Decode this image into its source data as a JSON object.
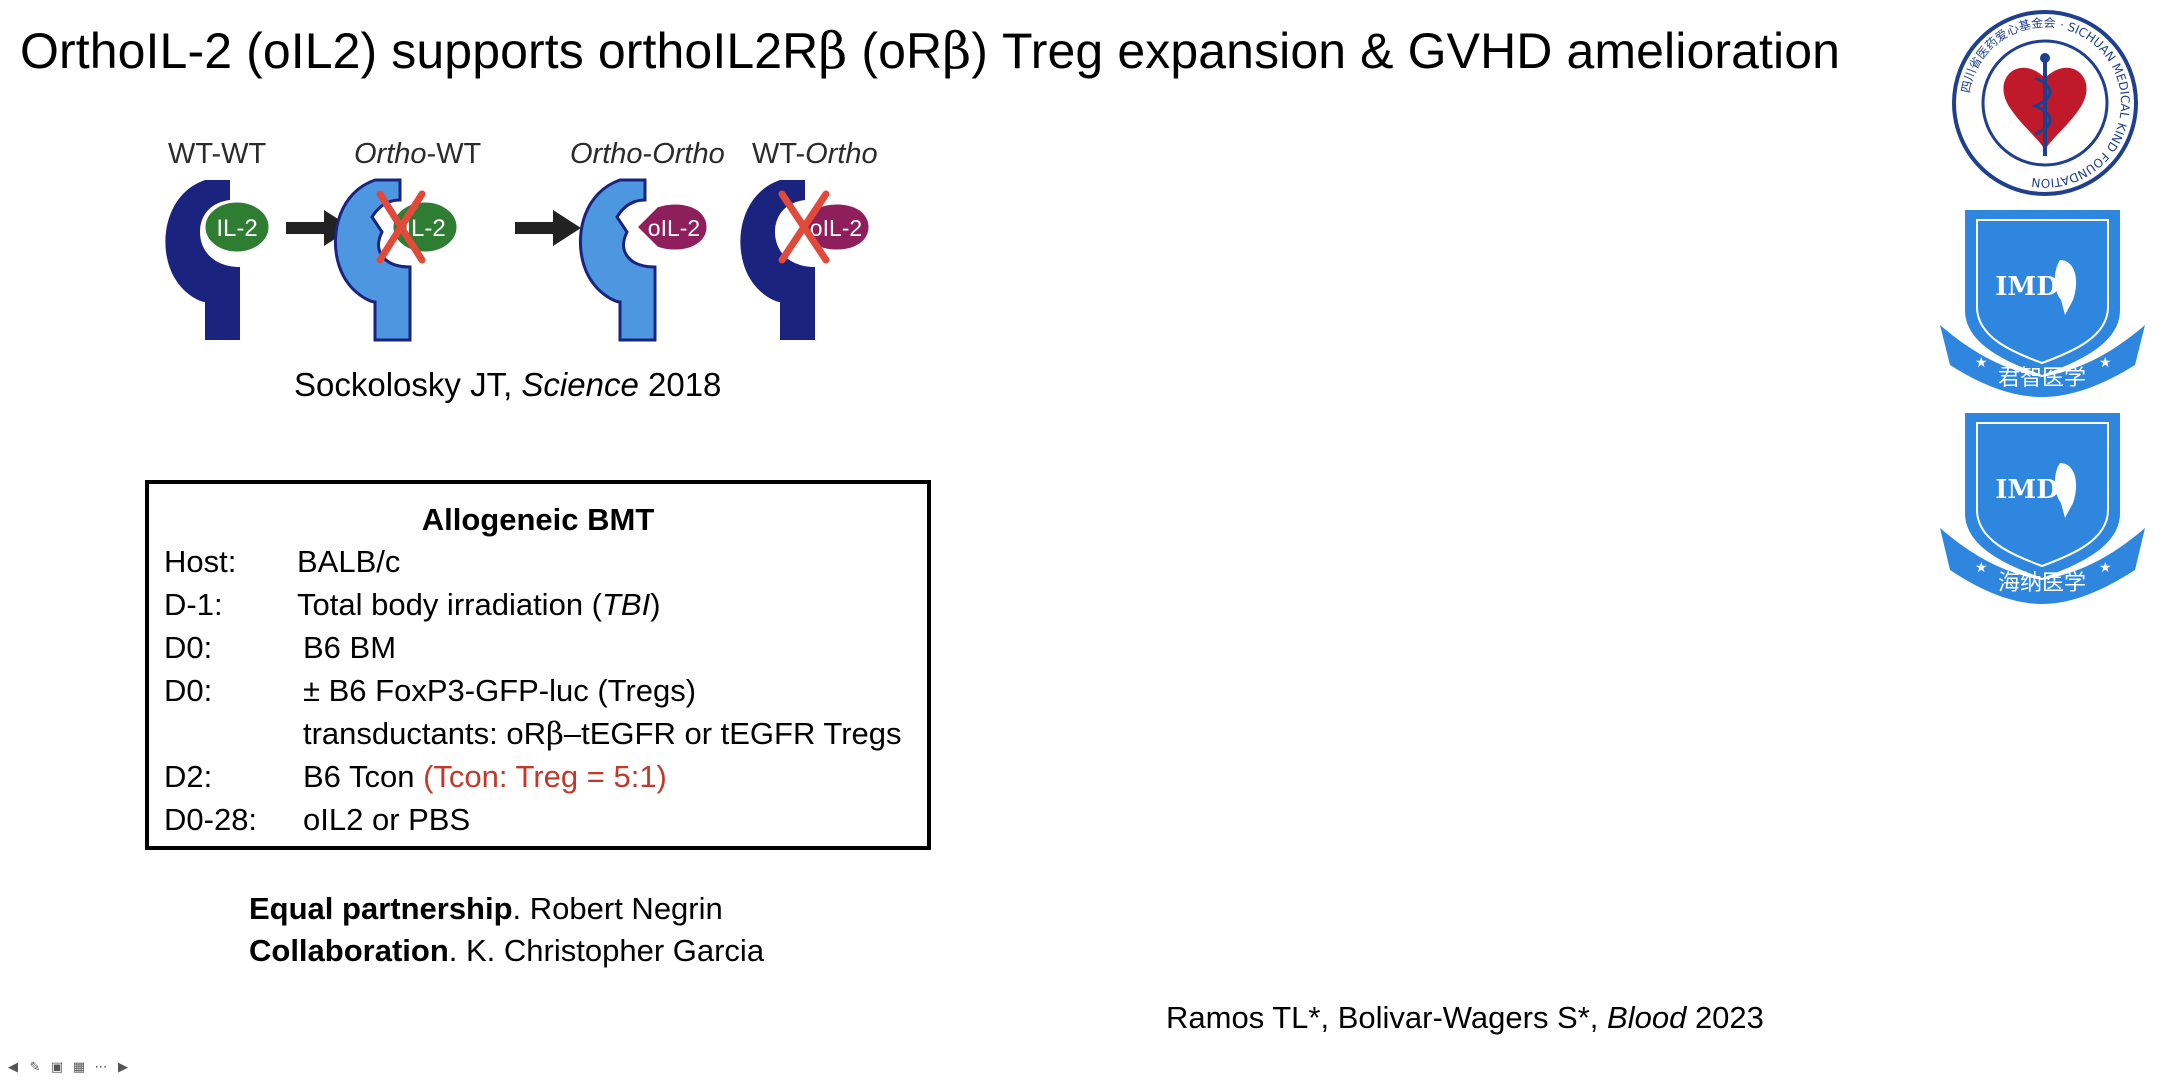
{
  "title": {
    "part1": "OrthoIL-2 (oIL2) supports orthoIL2R",
    "beta1": "β",
    "part2": " (oR",
    "beta2": "β",
    "part3": ") Treg expansion & GVHD amelioration"
  },
  "diagram": {
    "labels": {
      "wt_wt": "WT-WT",
      "ortho_wt_a": "Ortho",
      "ortho_wt_b": "-WT",
      "ortho_ortho_a": "Ortho",
      "ortho_ortho_b": "-",
      "ortho_ortho_c": "Ortho",
      "wt_ortho_a": "WT-",
      "wt_ortho_b": "Ortho"
    },
    "ligands": {
      "il2_a": "IL-2",
      "il2_b": "IL-2",
      "oil2_a": "oIL-2",
      "oil2_b": "oIL-2"
    },
    "colors": {
      "wt_receptor": "#1a237e",
      "ortho_receptor": "#4d96e0",
      "il2": "#2e7d32",
      "oil2": "#8e1f5c",
      "cross": "#e04a3a"
    }
  },
  "citation1": {
    "author": "Sockolosky JT, ",
    "journal": "Science",
    "year": " 2018"
  },
  "protocol": {
    "title": "Allogeneic BMT",
    "rows": [
      {
        "key": "Host:",
        "value": "BALB/c"
      },
      {
        "key": "D-1:",
        "value": "Total body irradiation (",
        "italic": "TBI",
        "after": ")"
      },
      {
        "key": "D0:",
        "value": "B6 BM"
      },
      {
        "key": "D0:",
        "value": "± B6 FoxP3-GFP-luc (Tregs)"
      },
      {
        "key": "",
        "value_a": "transductants: oR",
        "beta": "β",
        "value_b": "–tEGFR or tEGFR Tregs"
      },
      {
        "key": "D2:",
        "value": "B6 Tcon ",
        "red": "(Tcon: Treg = 5:1)"
      },
      {
        "key": "D0-28:",
        "value": "oIL2 or PBS"
      }
    ]
  },
  "credits": [
    {
      "bold": "Equal partnership",
      "rest": ". Robert Negrin"
    },
    {
      "bold": "Collaboration",
      "rest": ". K. Christopher Garcia"
    }
  ],
  "citation2": {
    "authors": "Ramos TL*, Bolivar-Wagers S*, ",
    "journal": "Blood",
    "year": " 2023"
  },
  "logos": {
    "foundation_ring_text": "四川省医药爱心基金会 · SICHUAN MEDICAL KIND FOUNDATION",
    "imd_text": "IMD",
    "imd1_banner": "君智医学",
    "imd2_banner": "海纳医学",
    "shield_color": "#2e86de"
  },
  "toolbar": {
    "icons": [
      "back-icon",
      "pen-icon",
      "cc-icon",
      "zoom-icon",
      "more-icon",
      "forward-icon"
    ]
  }
}
